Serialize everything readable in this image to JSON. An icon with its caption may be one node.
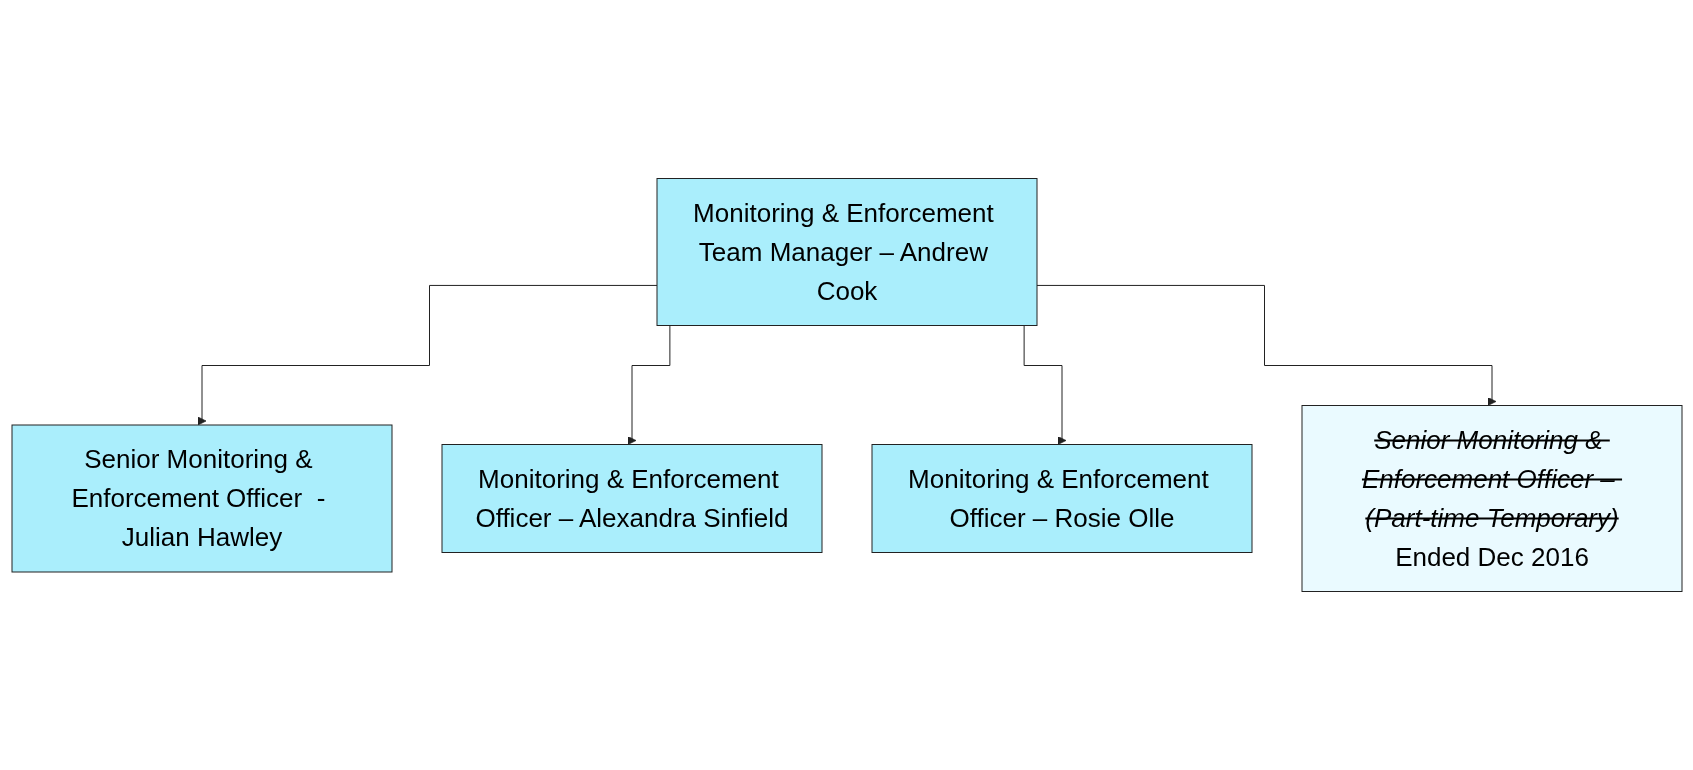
{
  "diagram": {
    "nodes": [
      {
        "text": [
          "Monitoring & Enforcement Team Manager – Andrew Cook"
        ]
      },
      {
        "text": [
          "Senior Monitoring & Enforcement Officer  - Julian Hawley"
        ]
      },
      {
        "text": [
          "Senior Monitoring & Enforcement Officer – (Part-time Temporary)",
          "Ended Dec 2016"
        ]
      },
      {
        "text": [
          "Monitoring & Enforcement Officer – Alexandra Sinfield"
        ]
      },
      {
        "text": [
          "Monitoring & Enforcement Officer – Rosie Olle"
        ]
      }
    ],
    "edges": [
      {
        "from": 0,
        "to": 1,
        "arrow": "to"
      },
      {
        "from": 0,
        "to": 3,
        "arrow": "to"
      },
      {
        "from": 0,
        "to": 4,
        "arrow": "to"
      },
      {
        "from": 0,
        "to": 2,
        "arrow": "to"
      }
    ]
  }
}
